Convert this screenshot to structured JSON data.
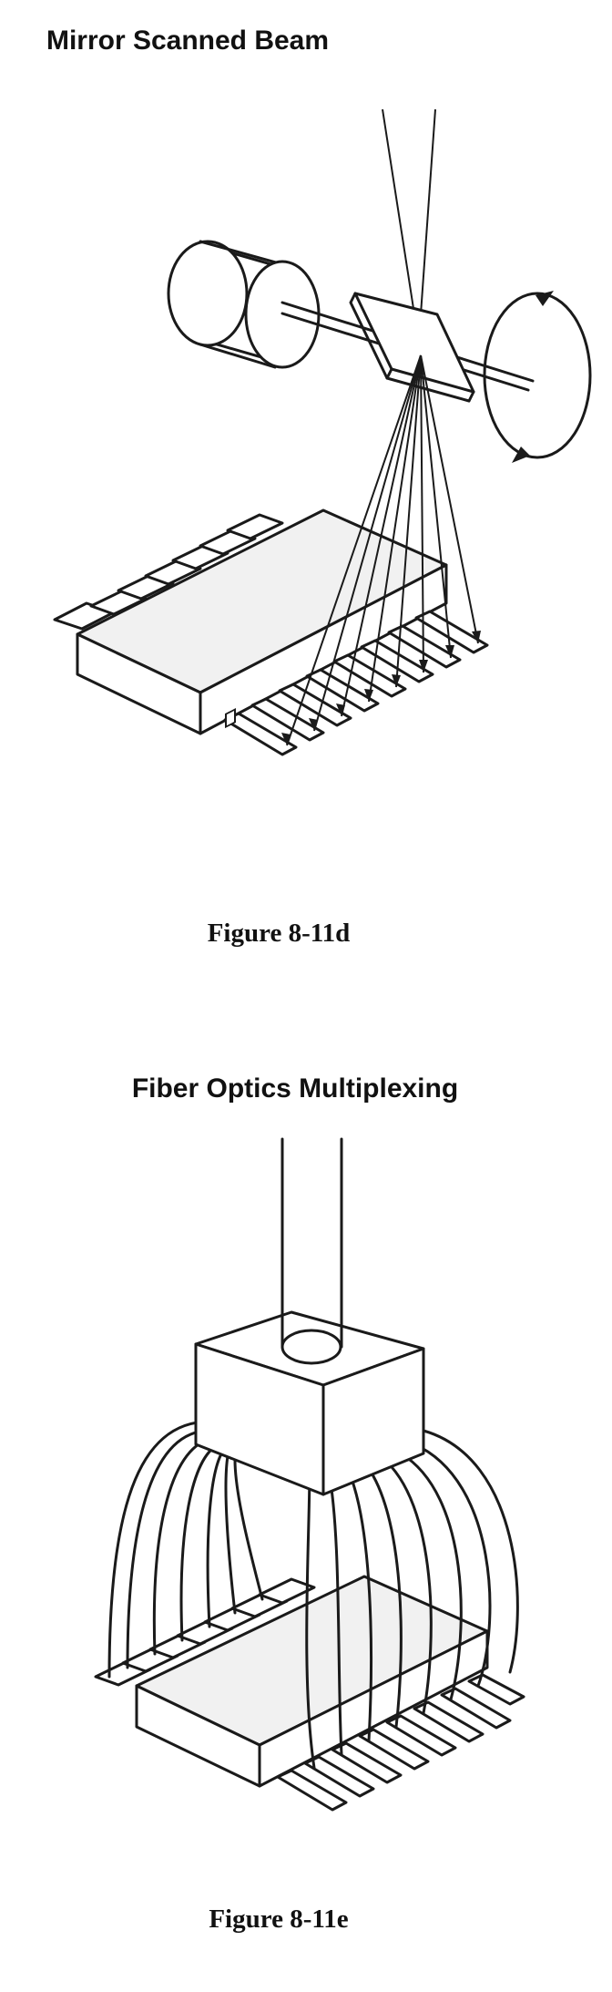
{
  "figures": [
    {
      "title": "Mirror Scanned Beam",
      "caption": "Figure 8-11d"
    },
    {
      "title": "Fiber Optics Multiplexing",
      "caption": "Figure 8-11e"
    }
  ]
}
